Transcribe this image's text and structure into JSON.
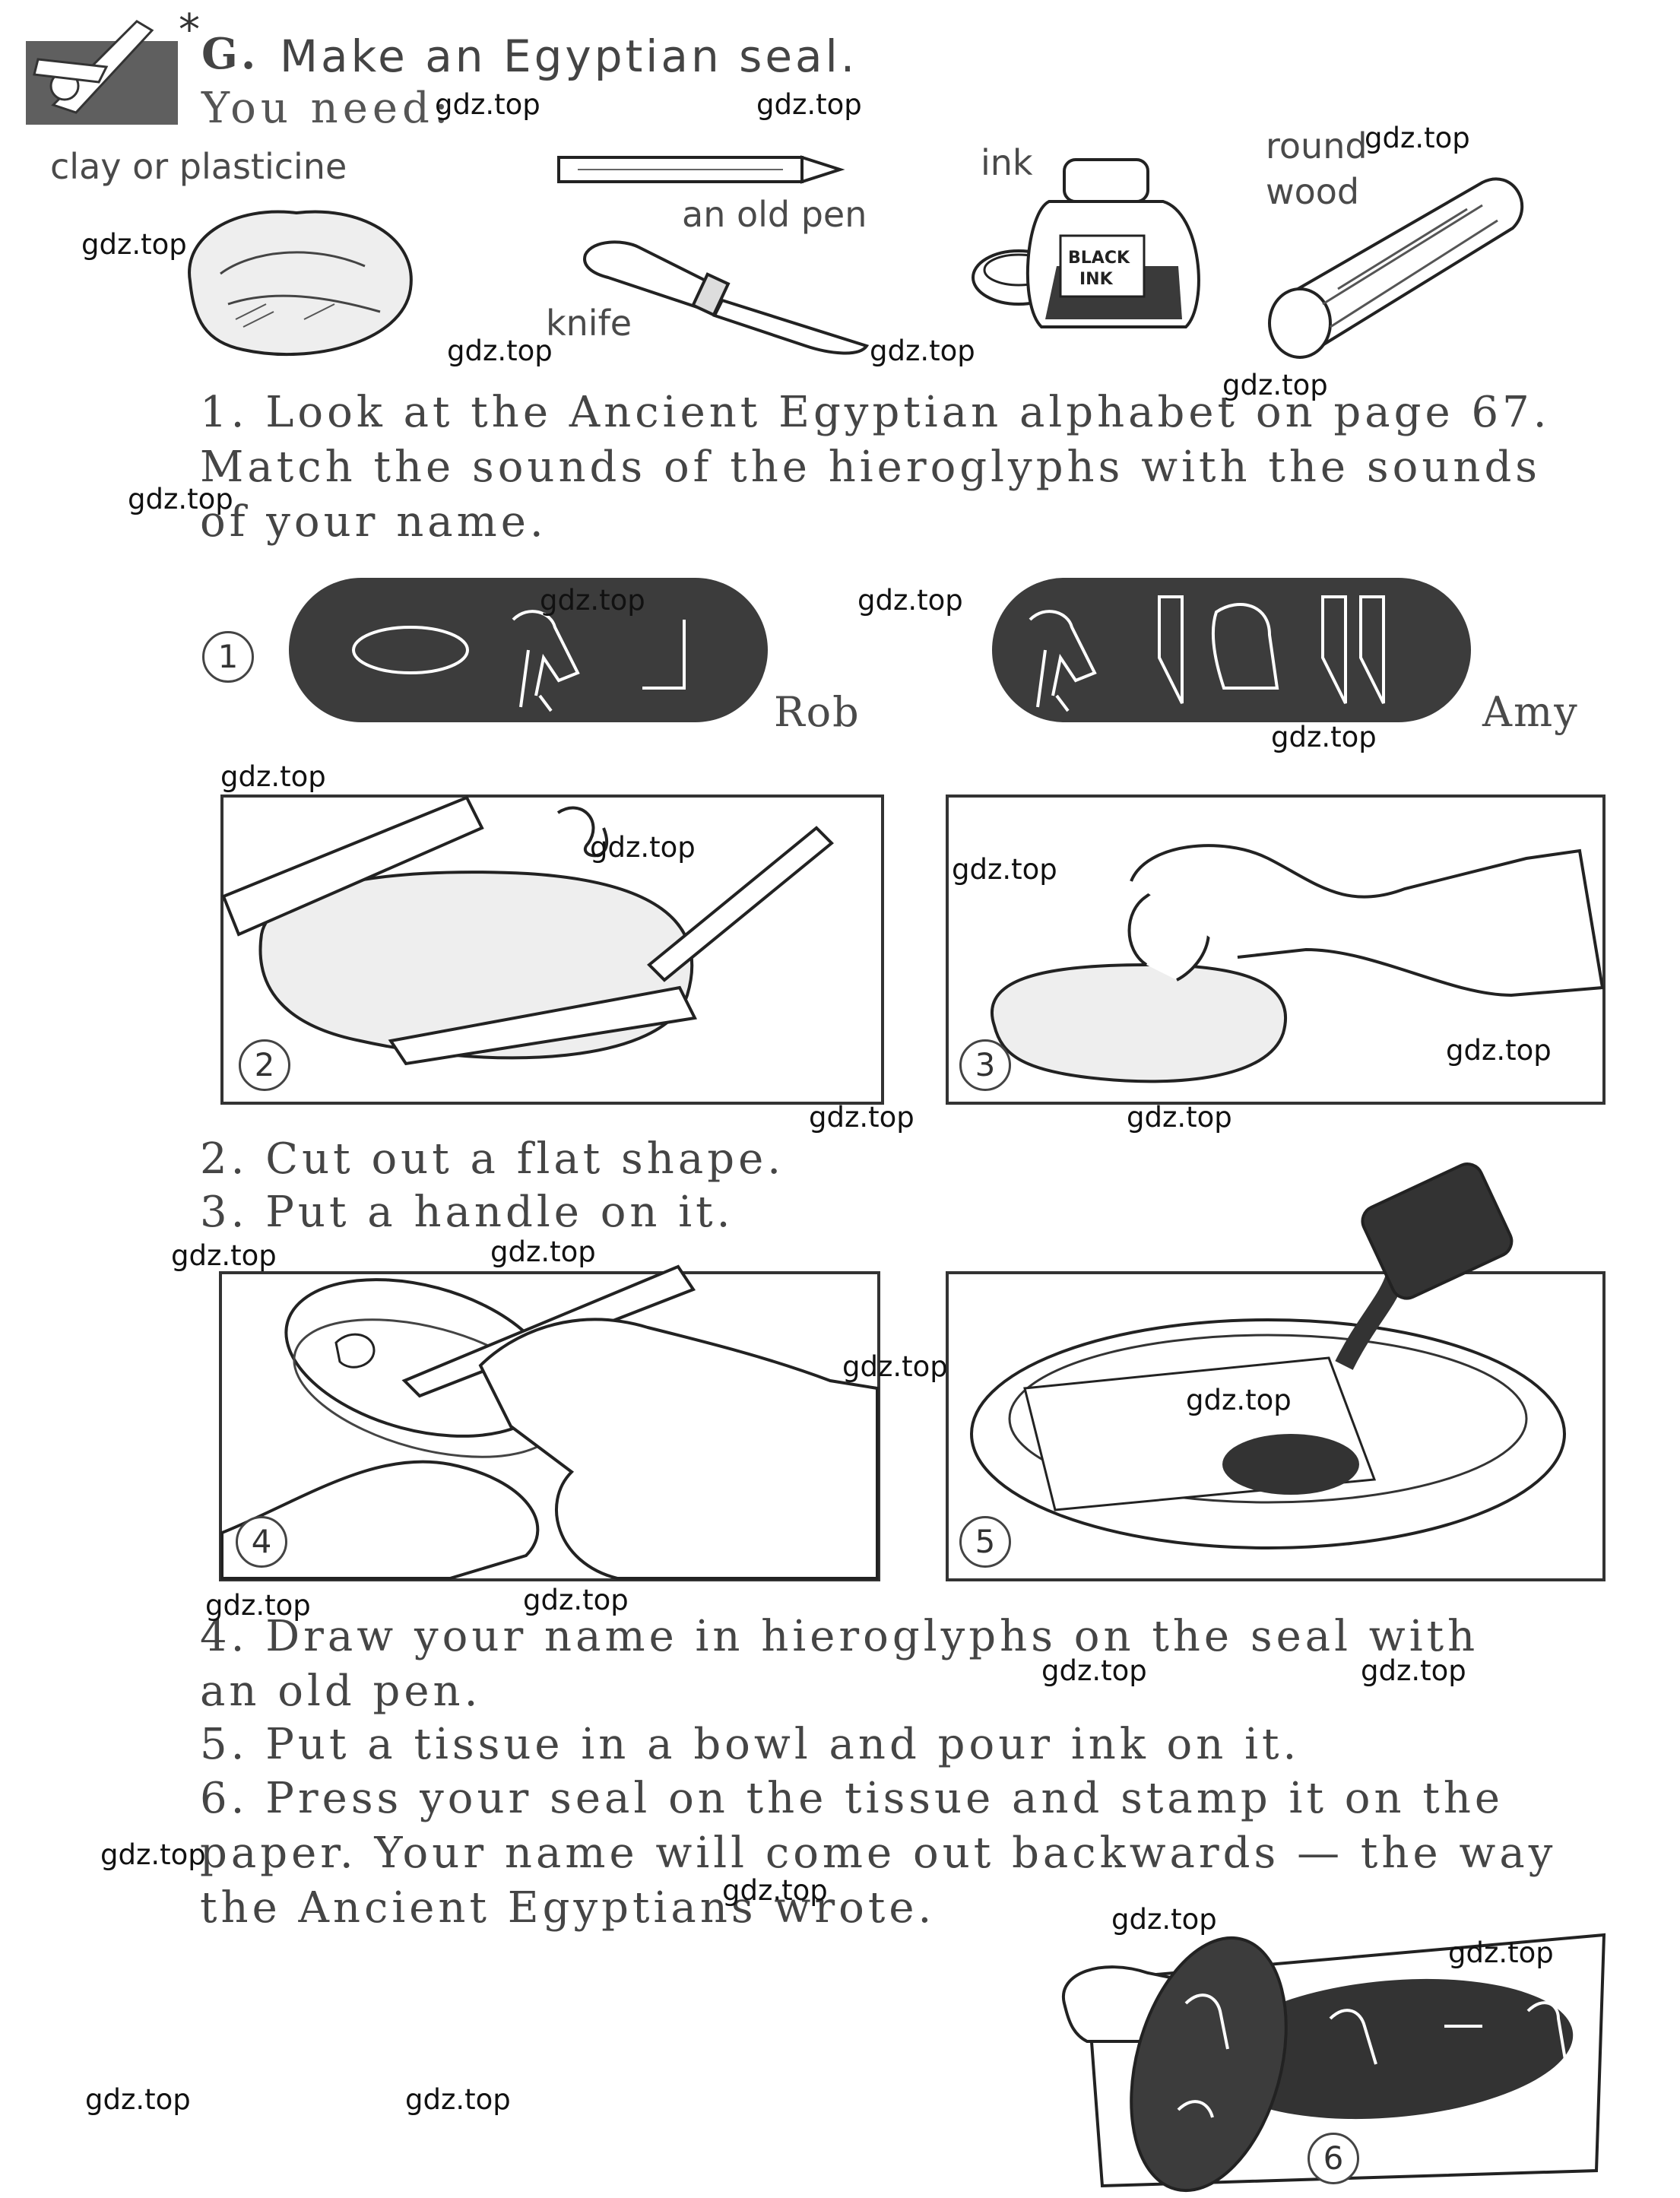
{
  "header": {
    "letter": "G.",
    "title": "Make an Egyptian seal.",
    "need": "You need:"
  },
  "materials": {
    "clay": "clay or plasticine",
    "pen": "an old pen",
    "knife": "knife",
    "ink": "ink",
    "ink_label": [
      "BLACK",
      "INK"
    ],
    "wood": [
      "round",
      "wood"
    ]
  },
  "step1": {
    "line1": "1. Look at the Ancient Egyptian alphabet on page 67.",
    "line2": "Match the sounds of the hieroglyphs with the sounds",
    "line3": "of your name."
  },
  "examples": {
    "name1": "Rob",
    "name2": "Amy"
  },
  "panel_numbers": [
    "1",
    "2",
    "3",
    "4",
    "5",
    "6"
  ],
  "steps": {
    "s2": "2. Cut out a flat shape.",
    "s3": "3. Put a handle on it.",
    "s4a": "4. Draw your name in hieroglyphs on the seal with",
    "s4b": "an old pen.",
    "s5": "5. Put a tissue in a bowl and pour ink on it.",
    "s6a": "6. Press your seal on the tissue and stamp it on the",
    "s6b": "paper. Your name will come out backwards — the way",
    "s6c": "the Ancient Egyptians wrote."
  },
  "watermark": "gdz.top",
  "colors": {
    "text": "#454545",
    "ink": "#4a4a4a",
    "seal": "#3c3c3c",
    "icon_bg": "#5a5a5a"
  }
}
